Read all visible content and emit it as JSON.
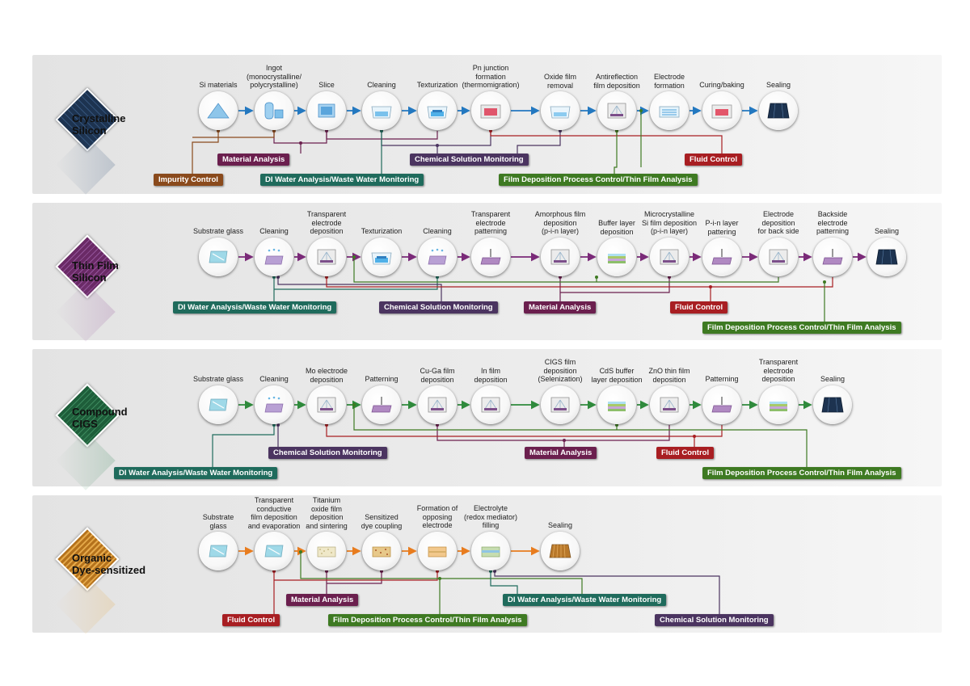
{
  "colors": {
    "impurity": "#8a4a1c",
    "material": "#6b1f4e",
    "chemical": "#4b3460",
    "diwater": "#1f6b5c",
    "fluid": "#a81e22",
    "film": "#3e7a22",
    "flow_crystalline": "#2378c0",
    "flow_thinfilm": "#7a2a78",
    "flow_cigs": "#2f8a3c",
    "flow_organic": "#e87c1e"
  },
  "sections": [
    {
      "id": "crystalline",
      "title": "Crystalline\nSilicon",
      "chip": "crystalline-chip-icon",
      "steps": [
        {
          "label": "Si materials",
          "icon": "si-powder-icon"
        },
        {
          "label": "Ingot\n(monocrystalline/\npolycrystalline)",
          "icon": "ingot-icon"
        },
        {
          "label": "Slice",
          "icon": "slice-icon"
        },
        {
          "label": "Cleaning",
          "icon": "cleaning-bath-icon"
        },
        {
          "label": "Texturization",
          "icon": "texturization-bath-icon"
        },
        {
          "label": "Pn junction\nformation\n(thermomigration)",
          "icon": "furnace-icon"
        },
        {
          "label": "Oxide film\nremoval",
          "icon": "etch-bath-icon"
        },
        {
          "label": "Antireflection\nfilm deposition",
          "icon": "deposition-chamber-icon"
        },
        {
          "label": "Electrode\nformation",
          "icon": "electrode-print-icon"
        },
        {
          "label": "Curing/baking",
          "icon": "oven-icon"
        },
        {
          "label": "Sealing",
          "icon": "panel-icon"
        }
      ],
      "tags": [
        {
          "label": "Material Analysis",
          "type": "material"
        },
        {
          "label": "Chemical Solution Monitoring",
          "type": "chemical"
        },
        {
          "label": "Fluid Control",
          "type": "fluid"
        },
        {
          "label": "Impurity Control",
          "type": "impurity"
        },
        {
          "label": "DI Water Analysis/Waste Water Monitoring",
          "type": "diwater"
        },
        {
          "label": "Film Deposition Process Control/Thin Film Analysis",
          "type": "film"
        }
      ]
    },
    {
      "id": "thinfilm",
      "title": "Thin Film\nSilicon",
      "chip": "thin-film-chip-icon",
      "steps": [
        {
          "label": "Substrate glass",
          "icon": "glass-substrate-icon"
        },
        {
          "label": "Cleaning",
          "icon": "spray-cleaning-icon"
        },
        {
          "label": "Transparent\nelectrode\ndeposition",
          "icon": "deposition-chamber-icon"
        },
        {
          "label": "Texturization",
          "icon": "texturization-bath-icon"
        },
        {
          "label": "Cleaning",
          "icon": "spray-cleaning-icon"
        },
        {
          "label": "Transparent\nelectrode\npatterning",
          "icon": "laser-patterning-icon"
        },
        {
          "label": "Amorphous film\ndeposition\n(p-i-n layer)",
          "icon": "deposition-chamber-icon"
        },
        {
          "label": "Buffer layer\ndeposition",
          "icon": "layer-stack-icon"
        },
        {
          "label": "Microcrystalline\nSi film deposition\n(p-i-n layer)",
          "icon": "deposition-chamber-icon"
        },
        {
          "label": "P-i-n layer\npattering",
          "icon": "laser-patterning-icon"
        },
        {
          "label": "Electrode\ndeposition\nfor back side",
          "icon": "deposition-chamber-icon"
        },
        {
          "label": "Backside\nelectrode\npatterning",
          "icon": "laser-patterning-icon"
        },
        {
          "label": "Sealing",
          "icon": "panel-icon"
        }
      ],
      "tags": [
        {
          "label": "DI Water Analysis/Waste Water Monitoring",
          "type": "diwater"
        },
        {
          "label": "Chemical Solution Monitoring",
          "type": "chemical"
        },
        {
          "label": "Material Analysis",
          "type": "material"
        },
        {
          "label": "Fluid Control",
          "type": "fluid"
        },
        {
          "label": "Film Deposition Process Control/Thin Film Analysis",
          "type": "film"
        }
      ]
    },
    {
      "id": "cigs",
      "title": "Compound\nCIGS",
      "chip": "cigs-chip-icon",
      "steps": [
        {
          "label": "Substrate glass",
          "icon": "glass-substrate-icon"
        },
        {
          "label": "Cleaning",
          "icon": "spray-cleaning-icon"
        },
        {
          "label": "Mo electrode\ndeposition",
          "icon": "deposition-chamber-icon"
        },
        {
          "label": "Patterning",
          "icon": "laser-patterning-icon"
        },
        {
          "label": "Cu-Ga film\ndeposition",
          "icon": "deposition-chamber-icon"
        },
        {
          "label": "In film\ndeposition",
          "icon": "deposition-chamber-icon"
        },
        {
          "label": "CIGS film\ndeposition\n(Selenization)",
          "icon": "deposition-chamber-icon"
        },
        {
          "label": "CdS buffer\nlayer deposition",
          "icon": "layer-stack-icon"
        },
        {
          "label": "ZnO thin film\ndeposition",
          "icon": "deposition-chamber-icon"
        },
        {
          "label": "Patterning",
          "icon": "laser-patterning-icon"
        },
        {
          "label": "Transparent\nelectrode\ndeposition",
          "icon": "layer-stack-icon"
        },
        {
          "label": "Sealing",
          "icon": "panel-icon"
        }
      ],
      "tags": [
        {
          "label": "Chemical Solution Monitoring",
          "type": "chemical"
        },
        {
          "label": "Material Analysis",
          "type": "material"
        },
        {
          "label": "Fluid Control",
          "type": "fluid"
        },
        {
          "label": "DI Water Analysis/Waste Water Monitoring",
          "type": "diwater"
        },
        {
          "label": "Film Deposition Process Control/Thin Film Analysis",
          "type": "film"
        }
      ]
    },
    {
      "id": "organic",
      "title": "Organic\nDye-sensitized",
      "chip": "organic-chip-icon",
      "steps": [
        {
          "label": "Substrate\nglass",
          "icon": "glass-substrate-icon"
        },
        {
          "label": "Transparent\nconductive\nfilm deposition\nand evaporation",
          "icon": "glass-substrate-icon"
        },
        {
          "label": "Titanium\noxide film\ndeposition\nand sintering",
          "icon": "oxide-film-icon"
        },
        {
          "label": "Sensitized\ndye coupling",
          "icon": "dye-film-icon"
        },
        {
          "label": "Formation of\nopposing\nelectrode",
          "icon": "electrode-film-icon"
        },
        {
          "label": "Electrolyte\n(redox mediator)\nfilling",
          "icon": "electrolyte-film-icon"
        },
        {
          "label": "Sealing",
          "icon": "sealed-cell-icon"
        }
      ],
      "tags": [
        {
          "label": "Material Analysis",
          "type": "material"
        },
        {
          "label": "DI Water Analysis/Waste Water Monitoring",
          "type": "diwater"
        },
        {
          "label": "Fluid Control",
          "type": "fluid"
        },
        {
          "label": "Film Deposition Process Control/Thin Film Analysis",
          "type": "film"
        },
        {
          "label": "Chemical Solution Monitoring",
          "type": "chemical"
        }
      ]
    }
  ]
}
